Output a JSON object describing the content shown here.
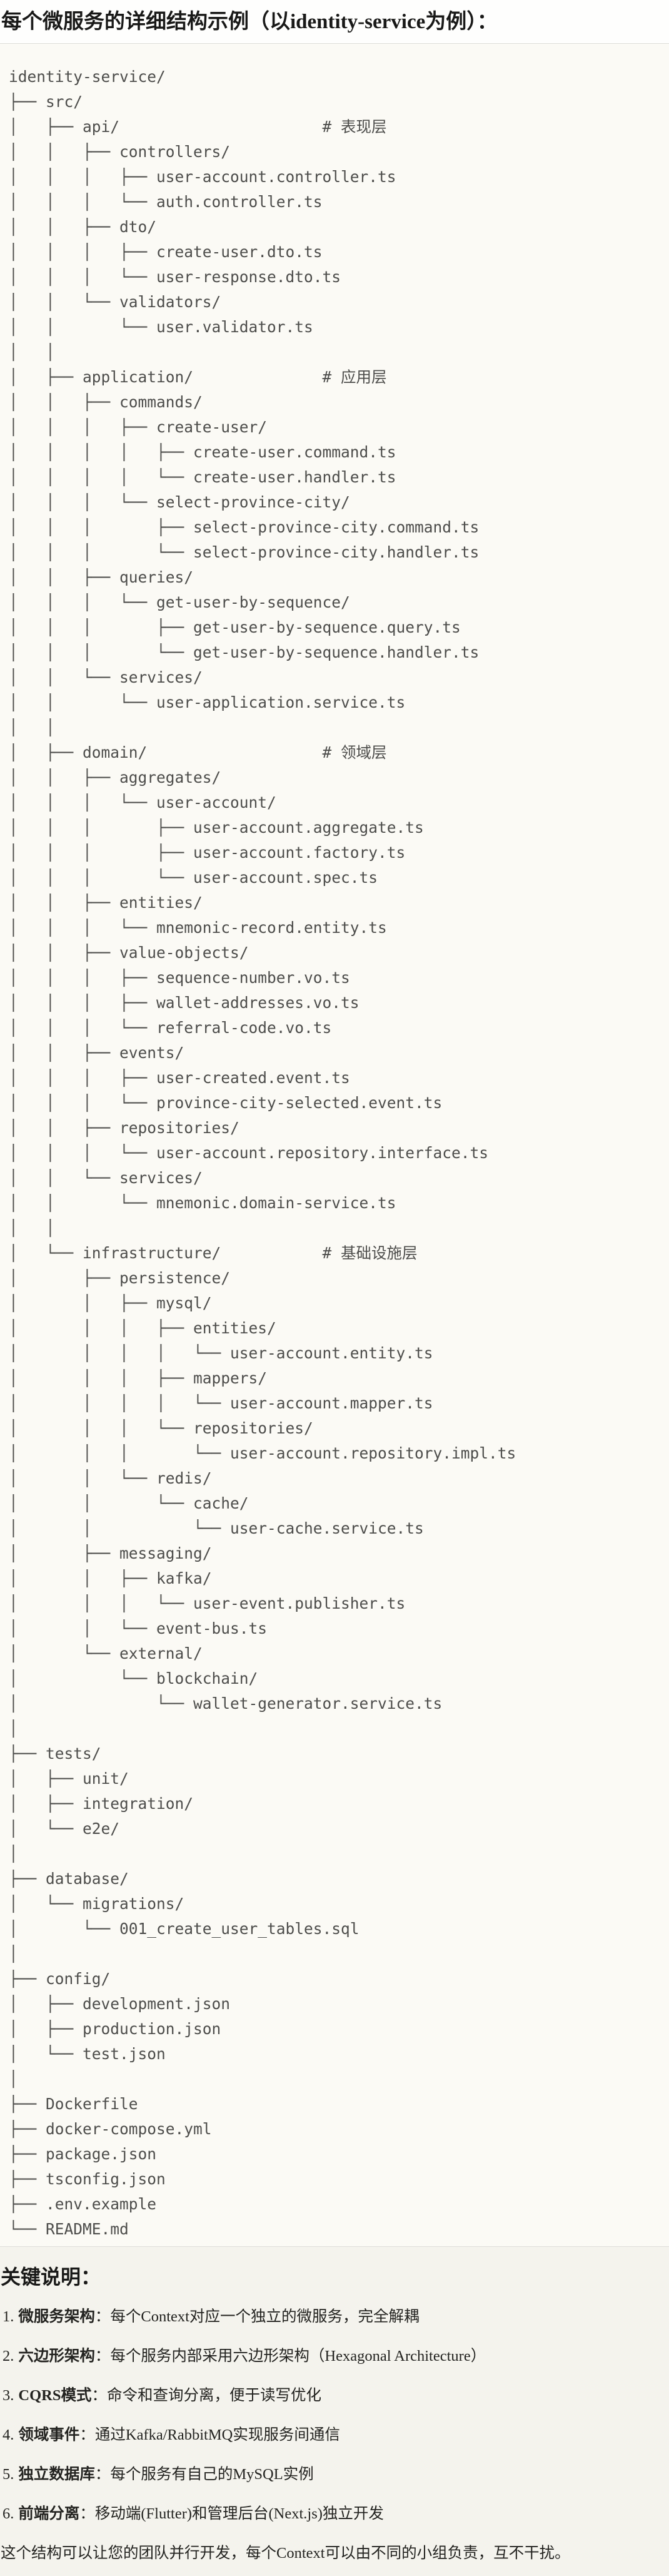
{
  "title": "每个微服务的详细结构示例（以identity-service为例）：",
  "tree_lines": [
    "identity-service/",
    "├── src/",
    "│   ├── api/                      # 表现层",
    "│   │   ├── controllers/",
    "│   │   │   ├── user-account.controller.ts",
    "│   │   │   └── auth.controller.ts",
    "│   │   ├── dto/",
    "│   │   │   ├── create-user.dto.ts",
    "│   │   │   └── user-response.dto.ts",
    "│   │   └── validators/",
    "│   │       └── user.validator.ts",
    "│   │",
    "│   ├── application/              # 应用层",
    "│   │   ├── commands/",
    "│   │   │   ├── create-user/",
    "│   │   │   │   ├── create-user.command.ts",
    "│   │   │   │   └── create-user.handler.ts",
    "│   │   │   └── select-province-city/",
    "│   │   │       ├── select-province-city.command.ts",
    "│   │   │       └── select-province-city.handler.ts",
    "│   │   ├── queries/",
    "│   │   │   └── get-user-by-sequence/",
    "│   │   │       ├── get-user-by-sequence.query.ts",
    "│   │   │       └── get-user-by-sequence.handler.ts",
    "│   │   └── services/",
    "│   │       └── user-application.service.ts",
    "│   │",
    "│   ├── domain/                   # 领域层",
    "│   │   ├── aggregates/",
    "│   │   │   └── user-account/",
    "│   │   │       ├── user-account.aggregate.ts",
    "│   │   │       ├── user-account.factory.ts",
    "│   │   │       └── user-account.spec.ts",
    "│   │   ├── entities/",
    "│   │   │   └── mnemonic-record.entity.ts",
    "│   │   ├── value-objects/",
    "│   │   │   ├── sequence-number.vo.ts",
    "│   │   │   ├── wallet-addresses.vo.ts",
    "│   │   │   └── referral-code.vo.ts",
    "│   │   ├── events/",
    "│   │   │   ├── user-created.event.ts",
    "│   │   │   └── province-city-selected.event.ts",
    "│   │   ├── repositories/",
    "│   │   │   └── user-account.repository.interface.ts",
    "│   │   └── services/",
    "│   │       └── mnemonic.domain-service.ts",
    "│   │",
    "│   └── infrastructure/           # 基础设施层",
    "│       ├── persistence/",
    "│       │   ├── mysql/",
    "│       │   │   ├── entities/",
    "│       │   │   │   └── user-account.entity.ts",
    "│       │   │   ├── mappers/",
    "│       │   │   │   └── user-account.mapper.ts",
    "│       │   │   └── repositories/",
    "│       │   │       └── user-account.repository.impl.ts",
    "│       │   └── redis/",
    "│       │       └── cache/",
    "│       │           └── user-cache.service.ts",
    "│       ├── messaging/",
    "│       │   ├── kafka/",
    "│       │   │   └── user-event.publisher.ts",
    "│       │   └── event-bus.ts",
    "│       └── external/",
    "│           └── blockchain/",
    "│               └── wallet-generator.service.ts",
    "│",
    "├── tests/",
    "│   ├── unit/",
    "│   ├── integration/",
    "│   └── e2e/",
    "│",
    "├── database/",
    "│   └── migrations/",
    "│       └── 001_create_user_tables.sql",
    "│",
    "├── config/",
    "│   ├── development.json",
    "│   ├── production.json",
    "│   └── test.json",
    "│",
    "├── Dockerfile",
    "├── docker-compose.yml",
    "├── package.json",
    "├── tsconfig.json",
    "├── .env.example",
    "└── README.md"
  ],
  "notes": {
    "heading": "关键说明：",
    "items": [
      {
        "num": "1.",
        "label": "微服务架构",
        "text": "：每个Context对应一个独立的微服务，完全解耦"
      },
      {
        "num": "2.",
        "label": "六边形架构",
        "text": "：每个服务内部采用六边形架构（Hexagonal Architecture）"
      },
      {
        "num": "3.",
        "label": "CQRS模式",
        "text": "：命令和查询分离，便于读写优化"
      },
      {
        "num": "4.",
        "label": "领域事件",
        "text": "：通过Kafka/RabbitMQ实现服务间通信"
      },
      {
        "num": "5.",
        "label": "独立数据库",
        "text": "：每个服务有自己的MySQL实例"
      },
      {
        "num": "6.",
        "label": "前端分离",
        "text": "：移动端(Flutter)和管理后台(Next.js)独立开发"
      }
    ],
    "footer": "这个结构可以让您的团队并行开发，每个Context可以由不同的小组负责，互不干扰。"
  },
  "colors": {
    "page_bg": "#f4f3ed",
    "header_bg": "#fefefd",
    "code_bg": "#fbfaf5",
    "divider": "#dededa",
    "title_text": "#191918",
    "code_text": "#4d4d4b",
    "body_text": "#232320"
  }
}
